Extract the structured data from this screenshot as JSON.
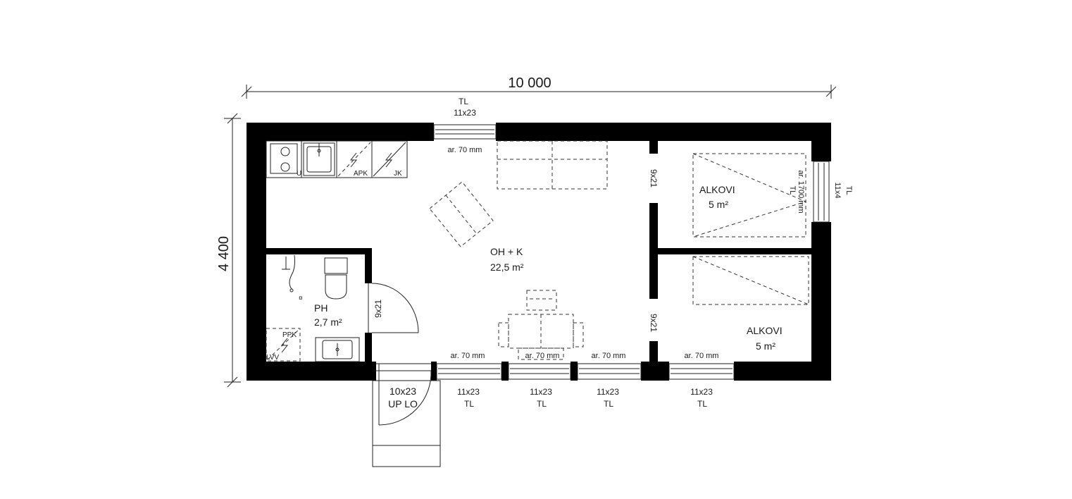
{
  "dimensions": {
    "width": "10 000",
    "height": "4 400"
  },
  "rooms": {
    "living": {
      "name": "OH + K",
      "area": "22,5 m²"
    },
    "bathroom": {
      "name": "PH",
      "area": "2,7 m²"
    },
    "alcove_upper": {
      "name": "ALKOVI",
      "area": "5 m²"
    },
    "alcove_lower": {
      "name": "ALKOVI",
      "area": "5 m²"
    }
  },
  "windows": {
    "top": {
      "type": "TL",
      "size": "11x23",
      "sill": "ar. 70 mm"
    },
    "right": {
      "type": "TL",
      "size": "11x4",
      "sill": "ar. 1700 mm"
    },
    "bottom": [
      {
        "type": "TL",
        "size": "11x23",
        "sill": "ar. 70 mm"
      },
      {
        "type": "TL",
        "size": "11x23",
        "sill": "ar. 70 mm"
      },
      {
        "type": "TL",
        "size": "11x23",
        "sill": "ar. 70 mm"
      },
      {
        "type": "TL",
        "size": "11x23",
        "sill": "ar. 70 mm"
      }
    ]
  },
  "doors": {
    "entrance": {
      "size": "10x23",
      "type": "UP LO"
    },
    "bathroom": "9x21",
    "alcove_upper": "9x21",
    "alcove_lower": "9x21"
  },
  "fixtures": {
    "stove_mark": "U",
    "dishwasher": "APK",
    "fridge": "JK",
    "washer": "PPK",
    "water_heater": "LVV"
  }
}
